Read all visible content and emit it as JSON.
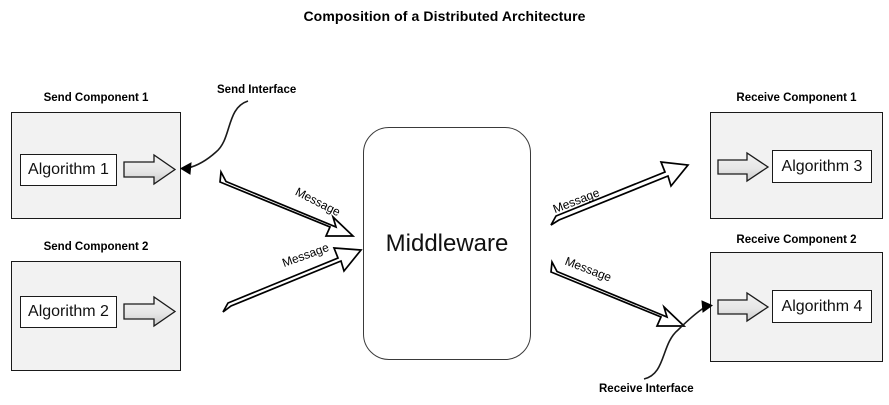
{
  "diagram": {
    "title": "Composition of a Distributed Architecture",
    "middleware": {
      "label": "Middleware"
    },
    "components": [
      {
        "label": "Send Component 1",
        "algorithm": "Algorithm 1"
      },
      {
        "label": "Send Component 2",
        "algorithm": "Algorithm 2"
      },
      {
        "label": "Receive Component 1",
        "algorithm": "Algorithm 3"
      },
      {
        "label": "Receive Component 2",
        "algorithm": "Algorithm 4"
      }
    ],
    "interfaces": [
      {
        "label": "Send Interface"
      },
      {
        "label": "Receive Interface"
      }
    ],
    "messages": [
      {
        "label": "Message"
      },
      {
        "label": "Message"
      },
      {
        "label": "Message"
      },
      {
        "label": "Message"
      }
    ],
    "colors": {
      "component_fill": "#f2f2f2",
      "algorithm_fill": "#ffffff",
      "middleware_fill": "#ffffff",
      "stroke": "#1a1a1a",
      "arrow_fill_light": "#eeeeee",
      "arrow_fill_dark": "#cfcfcf",
      "background": "#ffffff"
    }
  }
}
